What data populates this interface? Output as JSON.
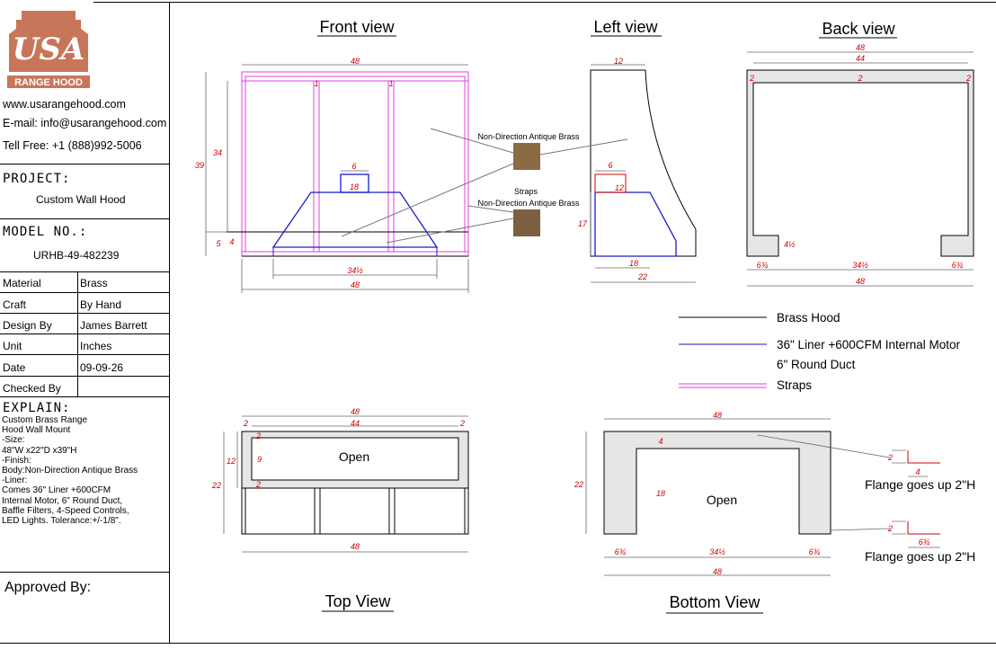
{
  "company": {
    "logo_text": "USA",
    "logo_sub": "RANGE HOOD",
    "website": "www.usarangehood.com",
    "email": "E-mail: info@usarangehood.com",
    "phone": "Tell Free: +1 (888)992-5006"
  },
  "project": {
    "label": "PROJECT:",
    "value": "Custom Wall Hood"
  },
  "model": {
    "label": "MODEL NO.:",
    "value": "URHB-49-482239"
  },
  "specs": [
    {
      "label": "Material",
      "value": "Brass"
    },
    {
      "label": "Craft",
      "value": "By Hand"
    },
    {
      "label": "Design By",
      "value": "James Barrett"
    },
    {
      "label": "Unit",
      "value": "Inches"
    },
    {
      "label": "Date",
      "value": "09-09-26"
    },
    {
      "label": "Checked By",
      "value": ""
    }
  ],
  "explain": {
    "label": "EXPLAIN:",
    "lines": [
      "Custom Brass Range",
      "Hood Wall Mount",
      "-Size:",
      "48\"W x22\"D x39\"H",
      "-Finish:",
      "Body:Non-Direction Antique Brass",
      "-Liner:",
      "Comes 36\" Liner +600CFM",
      "Internal Motor, 6\" Round Duct,",
      "Baffle Filters, 4-Speed Controls,",
      "LED Lights. Tolerance:+/-1/8\"."
    ]
  },
  "approved": {
    "label": "Approved By:"
  },
  "views": {
    "front": "Front view",
    "left": "Left view",
    "back": "Back view",
    "top": "Top View",
    "bottom": "Bottom View"
  },
  "callouts": {
    "finish_body": "Non-Direction Antique Brass",
    "straps_title": "Straps",
    "finish_straps": "Non-Direction Antique Brass",
    "open": "Open",
    "flange": "Flange goes up 2\"H"
  },
  "legend": {
    "brass_hood": "Brass Hood",
    "liner_1": "36\" Liner +600CFM Internal Motor",
    "liner_2": "6\" Round Duct",
    "straps": "Straps"
  },
  "dims": {
    "front_top_w": "48",
    "front_strap_gap": "1",
    "front_h_total": "39",
    "front_h_body": "34",
    "front_duct_w": "6",
    "front_duct_h": "18",
    "front_band_1": "5",
    "front_band_2": "4",
    "front_liner_w": "34½",
    "front_bottom_w": "48",
    "left_top_d": "12",
    "left_duct_w": "6",
    "left_duct_h": "12",
    "left_liner_h": "17",
    "left_liner_d": "18",
    "left_bottom_d": "22",
    "back_w_outer": "48",
    "back_w_inner": "44",
    "back_side": "2",
    "back_rim": "2",
    "back_leg_h": "4½",
    "back_leg_w": "6¾",
    "back_opening": "34½",
    "top_w": "48",
    "top_inner": "44",
    "top_side": "2",
    "top_d": "12",
    "top_depth": "22",
    "top_inner_d": "9",
    "top_bottom_w": "48",
    "bottom_w": "48",
    "bottom_d": "22",
    "bottom_front": "4",
    "bottom_open_d": "18",
    "bottom_leg": "6¾",
    "bottom_opening": "34½",
    "bottom_total": "48",
    "flange_h": "2",
    "flange_w1": "4",
    "flange_w2": "6¾"
  },
  "colors": {
    "hood_line": "#000000",
    "liner": "#1a1acc",
    "straps": "#e040e0",
    "dimension": "#cc0000",
    "panel_fill": "#e6e6e6",
    "logo": "#c8765a",
    "swatch": "#8a6b44"
  }
}
